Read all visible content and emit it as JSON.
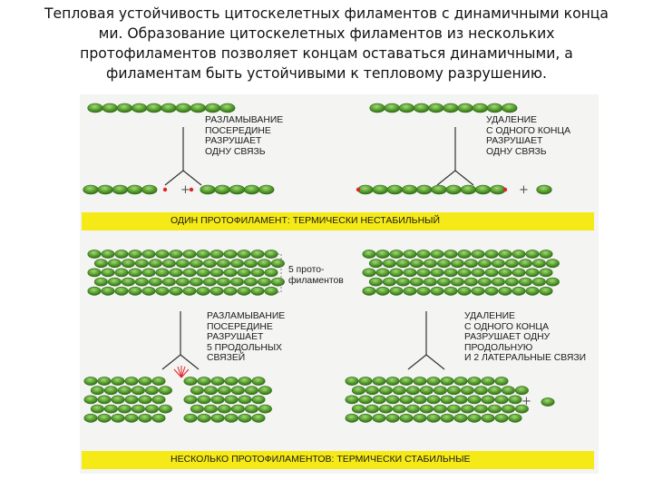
{
  "title": {
    "lines": [
      "Тепловая устойчивость цитоскелетных филаментов с динамичными конца",
      "ми. Образование цитоскелетных   филаментов из нескольких",
      "протофиламентов позволяет концам оставаться динамичными, а",
      "филаментам быть устойчивыми к тепловому разрушению."
    ]
  },
  "diagram": {
    "top_left_label": "РАЗЛАМЫВАНИЕ\nПОСЕРЕДИНЕ\nРАЗРУШАЕТ\nОДНУ СВЯЗЬ",
    "top_right_label": "УДАЛЕНИЕ\nС ОДНОГО КОНЦА\nРАЗРУШАЕТ\nОДНУ СВЯЗЬ",
    "band_top": "ОДИН ПРОТОФИЛАМЕНТ: ТЕРМИЧЕСКИ НЕСТАБИЛЬНЫЙ",
    "protofilaments_note": "5 прото-\nфиламентов",
    "bottom_left_label": "РАЗЛАМЫВАНИЕ\nПОСЕРЕДИНЕ\nРАЗРУШАЕТ\n5 ПРОДОЛЬНЫХ\nСВЯЗЕЙ",
    "bottom_right_label": "УДАЛЕНИЕ\nС ОДНОГО КОНЦА\nРАЗРУШАЕТ ОДНУ\nПРОДОЛЬНУЮ\nИ 2 ЛАТЕРАЛЬНЫЕ СВЯЗИ",
    "band_bottom": "НЕСКОЛЬКО ПРОТОФИЛАМЕНТОВ: ТЕРМИЧЕСКИ СТАБИЛЬНЫЕ",
    "plus_sign": "+",
    "colors": {
      "subunit": "#5aa330",
      "subunit_edge": "#2f6a1a",
      "subunit_highlight": "#a6d77a",
      "broken_bond": "#e0232a",
      "band": "#f5ea17",
      "arrow": "#333333"
    }
  }
}
